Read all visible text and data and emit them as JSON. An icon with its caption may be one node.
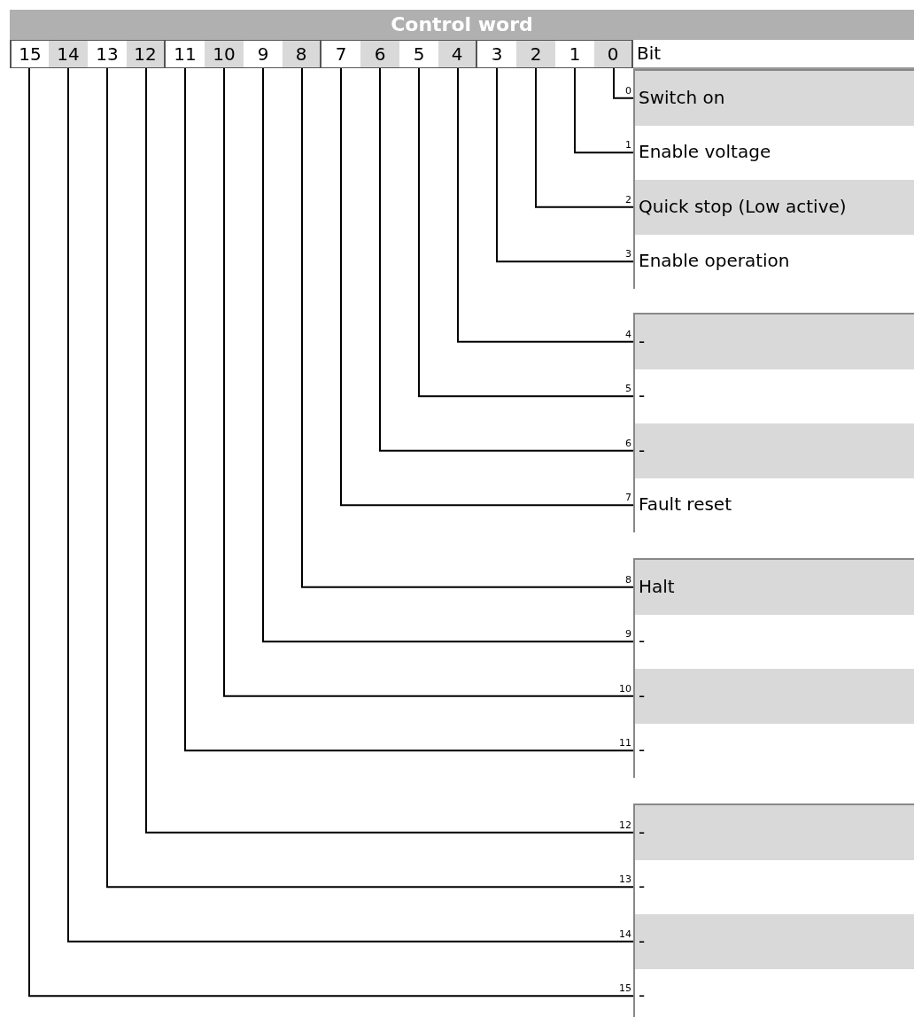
{
  "diagram": {
    "title": "Control word",
    "nodes": [
      {
        "text": [
          "15"
        ]
      },
      {
        "text": [
          "14"
        ]
      },
      {
        "text": [
          "13"
        ]
      },
      {
        "text": [
          "12"
        ]
      },
      {
        "text": [
          "11"
        ]
      },
      {
        "text": [
          "10"
        ]
      },
      {
        "text": [
          "9"
        ]
      },
      {
        "text": [
          "8"
        ]
      },
      {
        "text": [
          "7"
        ]
      },
      {
        "text": [
          "6"
        ]
      },
      {
        "text": [
          "5"
        ]
      },
      {
        "text": [
          "4"
        ]
      },
      {
        "text": [
          "3"
        ]
      },
      {
        "text": [
          "2"
        ]
      },
      {
        "text": [
          "1"
        ]
      },
      {
        "text": [
          "0"
        ]
      },
      {
        "text": [],
        "shape": "box"
      },
      {
        "text": [
          "Switch on"
        ],
        "in": 16,
        "beside": [
          "0"
        ]
      },
      {
        "text": [
          "Enable voltage"
        ],
        "in": 16,
        "beside": [
          "1"
        ]
      },
      {
        "text": [
          "Quick stop (Low active)"
        ],
        "in": 16,
        "beside": [
          "2"
        ]
      },
      {
        "text": [
          "Enable operation"
        ],
        "in": 16,
        "beside": [
          "3"
        ]
      },
      {
        "text": [],
        "shape": "box"
      },
      {
        "text": [
          "-"
        ],
        "in": 21,
        "beside": [
          "4"
        ]
      },
      {
        "text": [
          "-"
        ],
        "in": 21,
        "beside": [
          "5"
        ]
      },
      {
        "text": [
          "-"
        ],
        "in": 21,
        "beside": [
          "6"
        ]
      },
      {
        "text": [
          "Fault reset"
        ],
        "in": 21,
        "beside": [
          "7"
        ]
      },
      {
        "text": [],
        "shape": "box"
      },
      {
        "text": [
          "Halt"
        ],
        "in": 26,
        "beside": [
          "8"
        ]
      },
      {
        "text": [
          "-"
        ],
        "in": 26,
        "beside": [
          "9"
        ]
      },
      {
        "text": [
          "-"
        ],
        "in": 26,
        "beside": [
          "10"
        ]
      },
      {
        "text": [
          "-"
        ],
        "in": 26,
        "beside": [
          "11"
        ]
      },
      {
        "text": [],
        "shape": "box"
      },
      {
        "text": [
          "-"
        ],
        "in": 31,
        "beside": [
          "12"
        ]
      },
      {
        "text": [
          "-"
        ],
        "in": 31,
        "beside": [
          "13"
        ]
      },
      {
        "text": [
          "-"
        ],
        "in": 31,
        "beside": [
          "14"
        ]
      },
      {
        "text": [
          "-"
        ],
        "in": 31,
        "beside": [
          "15"
        ]
      }
    ],
    "edges": [
      {
        "from": 15,
        "to": 17,
        "arrow": "none"
      },
      {
        "from": 14,
        "to": 18,
        "arrow": "none"
      },
      {
        "from": 13,
        "to": 19,
        "arrow": "none"
      },
      {
        "from": 12,
        "to": 20,
        "arrow": "none"
      },
      {
        "from": 11,
        "to": 22,
        "arrow": "none"
      },
      {
        "from": 10,
        "to": 23,
        "arrow": "none"
      },
      {
        "from": 9,
        "to": 24,
        "arrow": "none"
      },
      {
        "from": 8,
        "to": 25,
        "arrow": "none"
      },
      {
        "from": 7,
        "to": 27,
        "arrow": "none"
      },
      {
        "from": 6,
        "to": 28,
        "arrow": "none"
      },
      {
        "from": 5,
        "to": 29,
        "arrow": "none"
      },
      {
        "from": 4,
        "to": 30,
        "arrow": "none"
      },
      {
        "from": 3,
        "to": 32,
        "arrow": "none"
      },
      {
        "from": 2,
        "to": 33,
        "arrow": "none"
      },
      {
        "from": 1,
        "to": 34,
        "arrow": "none"
      },
      {
        "from": 0,
        "to": 35,
        "arrow": "none"
      }
    ],
    "labels": [
      "Bit"
    ]
  }
}
